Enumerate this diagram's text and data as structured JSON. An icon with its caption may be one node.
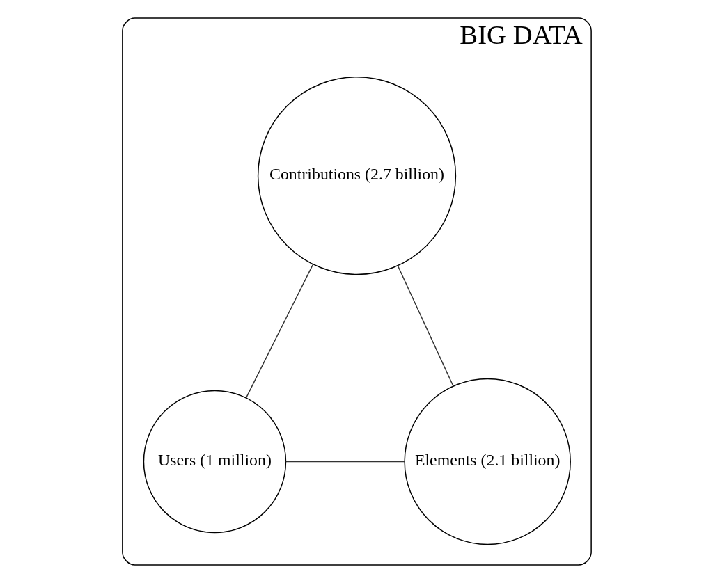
{
  "diagram": {
    "nodes": [
      {
        "text": [
          "BIG DATA"
        ]
      },
      {
        "text": [
          "Contributions (2.7 billion)"
        ],
        "in": 0
      },
      {
        "text": [
          "Users (1 million)"
        ],
        "in": 0
      },
      {
        "text": [
          "Elements (2.1 billion)"
        ],
        "in": 0
      }
    ],
    "edges": [
      {
        "from": 1,
        "to": 2,
        "arrow": "none"
      },
      {
        "from": 1,
        "to": 3,
        "arrow": "none"
      },
      {
        "from": 2,
        "to": 3,
        "arrow": "none"
      }
    ]
  }
}
